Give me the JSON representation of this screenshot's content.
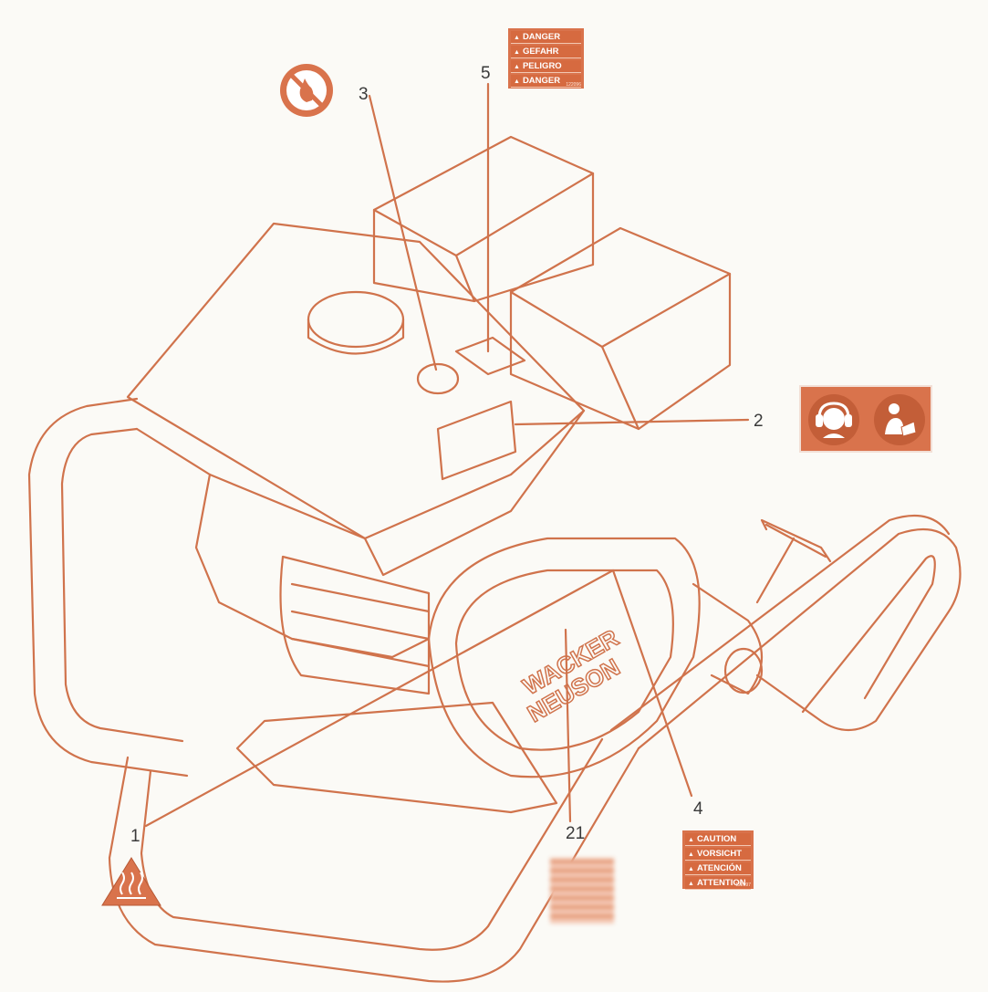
{
  "diagram": {
    "callouts": [
      "1",
      "2",
      "3",
      "4",
      "5",
      "21"
    ],
    "label_danger": {
      "rows": [
        "DANGER",
        "GEFAHR",
        "PELIGRO",
        "DANGER"
      ],
      "code": "122096"
    },
    "label_caution": {
      "rows": [
        "CAUTION",
        "VORSICHT",
        "ATENCIÓN",
        "ATTENTION"
      ],
      "code": "122097"
    },
    "brand_text": [
      "WACKER",
      "NEUSON"
    ],
    "accent_color": "#d9734c",
    "line_color": "#d0734c",
    "icons": [
      "no-open-flame-icon",
      "hot-surface-warning-icon",
      "ear-protection-icon",
      "read-manual-icon"
    ]
  }
}
